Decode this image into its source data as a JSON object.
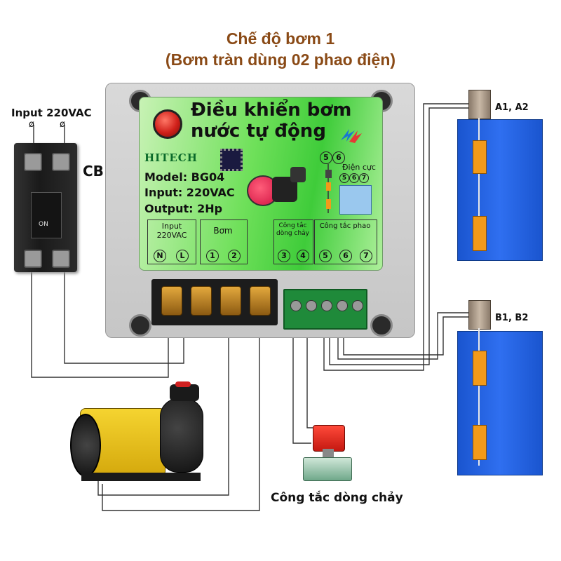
{
  "title": {
    "line1": "Chế độ bơm 1",
    "line2": "(Bơm tràn dùng 02 phao điện)"
  },
  "power": {
    "input_label": "Input 220VAC",
    "terminal_symbol": "ø",
    "breaker_label": "CB",
    "breaker_switch_text": "ON"
  },
  "panel": {
    "heading_line1": "Điều khiển bơm",
    "heading_line2": "nước tự động",
    "brand": "HITECH",
    "model": "Model:  BG04",
    "input": "Input: 220VAC",
    "output": "Output: 2Hp",
    "probe_label": "Điện cực",
    "probe_terms": [
      "5",
      "6",
      "7"
    ],
    "top_probe_terms": [
      "5",
      "6"
    ],
    "box_input_title": "Input\n220VAC",
    "box_pump_title": "Bơm",
    "box_flow_title": "Công tắc\ndòng chảy",
    "box_float_title": "Công tắc phao",
    "terminals": [
      "N",
      "L",
      "1",
      "2",
      "3",
      "4",
      "5",
      "6",
      "7"
    ]
  },
  "tanks": {
    "a_label": "A1, A2",
    "b_label": "B1, B2"
  },
  "flow_switch_label": "Công tắc dòng chảy",
  "colors": {
    "title": "#8a4a16",
    "panel_green": "#3fcc3a",
    "tank_blue": "#1f5fd6",
    "float_orange": "#f29a1a",
    "indicator_red": "#d0201a"
  }
}
